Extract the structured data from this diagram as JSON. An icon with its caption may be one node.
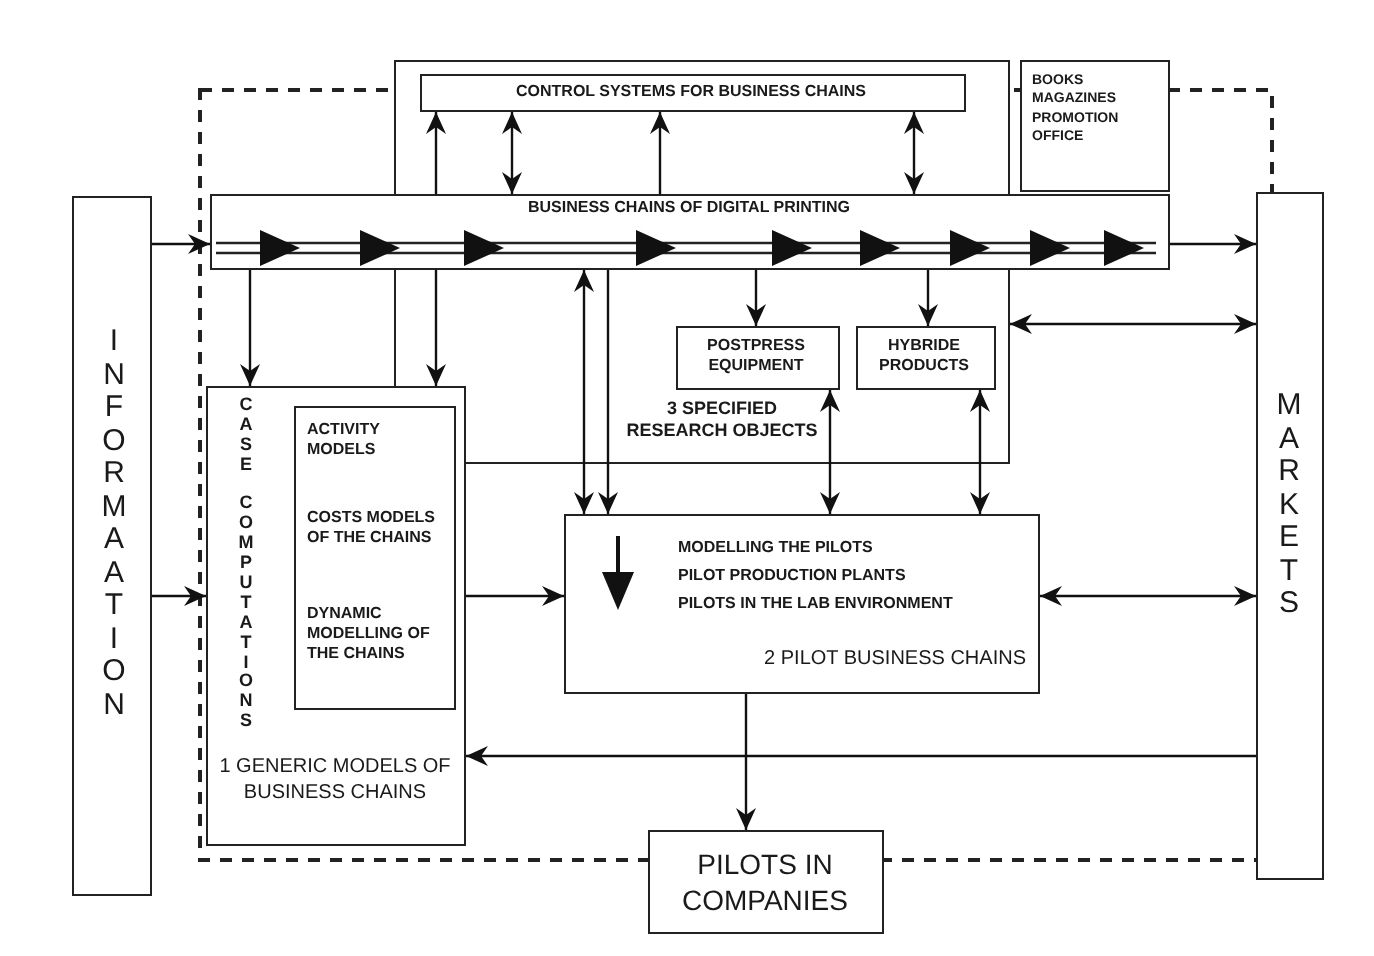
{
  "diagram": {
    "nodes": [
      {
        "text": [
          "INFORMAATION"
        ]
      },
      {
        "text": [
          "3 SPECIFIED RESEARCH OBJECTS"
        ]
      },
      {
        "text": [
          "CONTROL SYSTEMS FOR BUSINESS CHAINS"
        ],
        "in": 1
      },
      {
        "text": [
          "BOOKS MAGAZINES PROMOTION OFFICE"
        ]
      },
      {
        "text": [
          "BUSINESS CHAINS OF DIGITAL PRINTING"
        ]
      },
      {
        "text": [
          "POSTPRESS EQUIPMENT"
        ],
        "in": 1
      },
      {
        "text": [
          "HYBRIDE PRODUCTS"
        ],
        "in": 1
      },
      {
        "text": [
          "MARKETS"
        ]
      },
      {
        "text": [
          "CASE COMPUTATIONS",
          "1 GENERIC MODELS OF BUSINESS CHAINS"
        ]
      },
      {
        "text": [
          "ACTIVITY MODELS",
          "COSTS MODELS OF THE CHAINS",
          "DYNAMIC MODELLING OF THE CHAINS"
        ],
        "in": 8
      },
      {
        "text": [
          "MODELLING THE PILOTS",
          "PILOT PRODUCTION PLANTS",
          "PILOTS IN THE LAB ENVIRONMENT",
          "2 PILOT BUSINESS CHAINS"
        ]
      },
      {
        "text": [
          "PILOTS IN COMPANIES"
        ]
      }
    ],
    "edges": [
      {
        "from": 0,
        "to": 4,
        "arrow": "to"
      },
      {
        "from": 0,
        "to": 8,
        "arrow": "to"
      },
      {
        "from": 4,
        "to": 7,
        "arrow": "to"
      },
      {
        "from": 1,
        "to": 7,
        "arrow": "both"
      },
      {
        "from": 10,
        "to": 7,
        "arrow": "both"
      },
      {
        "from": 7,
        "to": 8,
        "arrow": "to"
      },
      {
        "from": 8,
        "to": 10,
        "arrow": "to"
      },
      {
        "from": 10,
        "to": 11,
        "arrow": "to"
      },
      {
        "from": 4,
        "to": 8,
        "arrow": "to"
      },
      {
        "from": 4,
        "to": 8,
        "arrow": "to"
      },
      {
        "from": 4,
        "to": 2,
        "arrow": "to"
      },
      {
        "from": 4,
        "to": 2,
        "arrow": "both"
      },
      {
        "from": 4,
        "to": 2,
        "arrow": "to"
      },
      {
        "from": 4,
        "to": 2,
        "arrow": "both"
      },
      {
        "from": 4,
        "to": 5,
        "arrow": "to"
      },
      {
        "from": 4,
        "to": 6,
        "arrow": "to"
      },
      {
        "from": 5,
        "to": 10,
        "arrow": "both"
      },
      {
        "from": 6,
        "to": 10,
        "arrow": "both"
      },
      {
        "from": 4,
        "to": 10,
        "arrow": "both"
      },
      {
        "from": 4,
        "to": 10,
        "arrow": "to"
      }
    ]
  }
}
